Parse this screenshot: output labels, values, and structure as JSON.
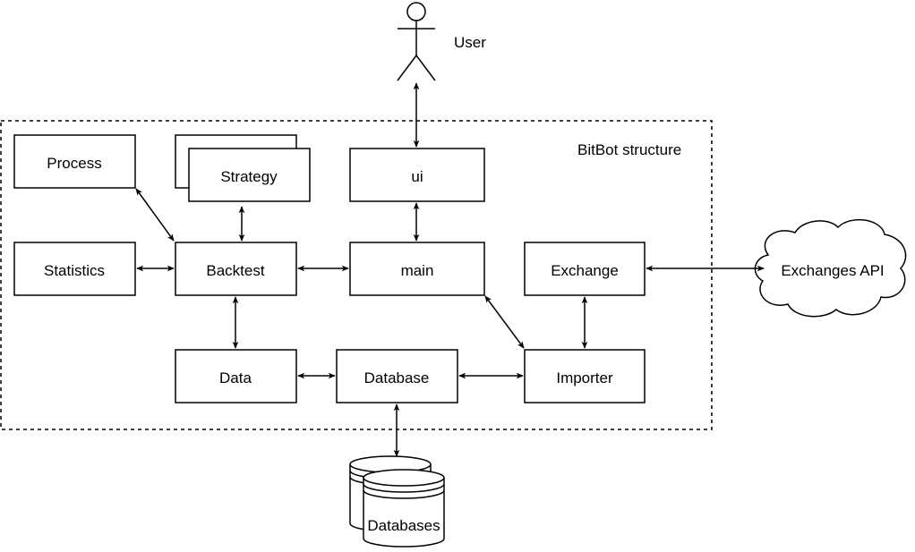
{
  "diagram": {
    "container_label": "BitBot structure",
    "actor_label": "User",
    "nodes": {
      "process": "Process",
      "strategy": "Strategy",
      "ui": "ui",
      "statistics": "Statistics",
      "backtest": "Backtest",
      "main": "main",
      "exchange": "Exchange",
      "data": "Data",
      "database": "Database",
      "importer": "Importer"
    },
    "cloud_label": "Exchanges API",
    "storage_label": "Databases",
    "connections": [
      {
        "from": "user",
        "to": "ui",
        "bidirectional": true
      },
      {
        "from": "ui",
        "to": "main",
        "bidirectional": true
      },
      {
        "from": "strategy",
        "to": "backtest",
        "bidirectional": true
      },
      {
        "from": "process",
        "to": "backtest",
        "bidirectional": true
      },
      {
        "from": "statistics",
        "to": "backtest",
        "bidirectional": true
      },
      {
        "from": "backtest",
        "to": "main",
        "bidirectional": true
      },
      {
        "from": "exchange",
        "to": "exchanges-api",
        "bidirectional": true
      },
      {
        "from": "backtest",
        "to": "data",
        "bidirectional": true
      },
      {
        "from": "main",
        "to": "importer",
        "bidirectional": true
      },
      {
        "from": "exchange",
        "to": "importer",
        "bidirectional": true
      },
      {
        "from": "data",
        "to": "database",
        "bidirectional": true
      },
      {
        "from": "database",
        "to": "importer",
        "bidirectional": true
      },
      {
        "from": "database",
        "to": "databases",
        "bidirectional": true
      }
    ]
  }
}
